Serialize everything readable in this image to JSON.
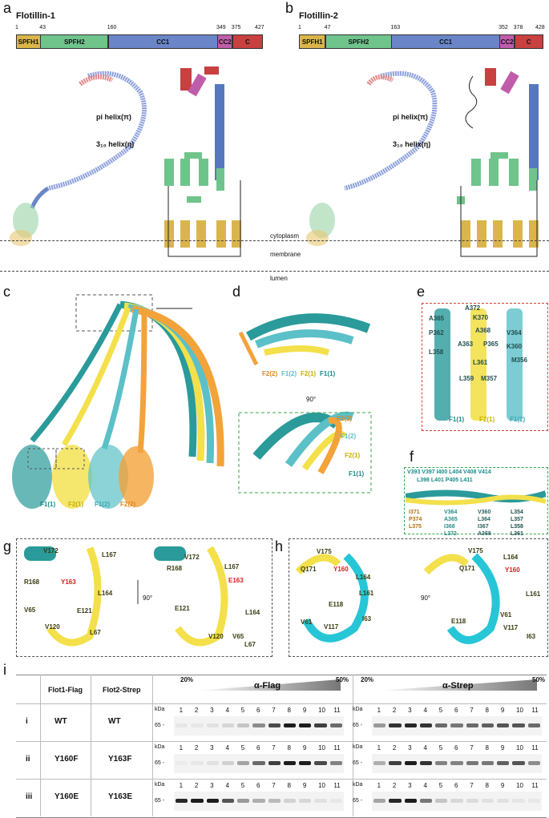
{
  "panels": {
    "a": {
      "letter": "a",
      "title": "Flotillin-1",
      "domains": [
        {
          "name": "SPFH1",
          "color": "#d9b54c",
          "start": "1"
        },
        {
          "name": "SPFH2",
          "color": "#6fc48c",
          "start": "43"
        },
        {
          "name": "CC1",
          "color": "#6a86c8",
          "start": "160"
        },
        {
          "name": "CC2",
          "color": "#c05dab",
          "start": "349"
        },
        {
          "name": "C",
          "color": "#c84040",
          "start": "375"
        }
      ],
      "end": "427",
      "pi_label": "pi helix(π)",
      "helix310_label": "3₁₀ helix(η)"
    },
    "b": {
      "letter": "b",
      "title": "Flotillin-2",
      "domains": [
        {
          "name": "SPFH1",
          "color": "#d9b54c",
          "start": "1"
        },
        {
          "name": "SPFH2",
          "color": "#6fc48c",
          "start": "47"
        },
        {
          "name": "CC1",
          "color": "#6a86c8",
          "start": "163"
        },
        {
          "name": "CC2",
          "color": "#c05dab",
          "start": "352"
        },
        {
          "name": "C",
          "color": "#c84040",
          "start": "378"
        }
      ],
      "end": "428",
      "pi_label": "pi helix(π)",
      "helix310_label": "3₁₀ helix(η)"
    },
    "topology_labels": {
      "cytoplasm": "cytoplasm",
      "membrane": "membrane",
      "lumen": "lumen",
      "c_term": "C"
    },
    "c": {
      "letter": "c",
      "labels": [
        "F1(1)",
        "F2(1)",
        "F1(2)",
        "F2(2)"
      ]
    },
    "d": {
      "letter": "d",
      "labels_top": [
        "F2(2)",
        "F1(2)",
        "F2(1)",
        "F1(1)"
      ],
      "rotate": "90°",
      "labels_side": [
        "F2(2)",
        "F1(2)",
        "F2(1)",
        "F1(1)"
      ]
    },
    "e": {
      "letter": "e",
      "residues": [
        "A365",
        "A372",
        "K370",
        "P362",
        "A368",
        "V364",
        "A363",
        "P365",
        "K360",
        "L358",
        "M356",
        "L361",
        "L359",
        "M357"
      ],
      "chains": [
        "F1(1)",
        "F2(1)",
        "F1(2)"
      ]
    },
    "f": {
      "letter": "f",
      "top_row1": "V393 V397 I400  L404 V408 V414",
      "top_row2": "L398 L401 P405 L411",
      "cols": [
        [
          "I371",
          "P374",
          "L375"
        ],
        [
          "V364",
          "A365",
          "I368",
          "L372"
        ],
        [
          "V360",
          "L364",
          "I367",
          "A368"
        ],
        [
          "L354",
          "L357",
          "L358",
          "L361"
        ]
      ]
    },
    "g": {
      "letter": "g",
      "rotate": "90°",
      "left": [
        "V172",
        "L167",
        "R168",
        "Y163",
        "L164",
        "V65",
        "E121",
        "V120",
        "L67"
      ],
      "right": [
        "V172",
        "R168",
        "L167",
        "E163",
        "E121",
        "L164",
        "V120",
        "V65",
        "L67"
      ]
    },
    "h": {
      "letter": "h",
      "rotate": "90°",
      "left": [
        "V175",
        "Q171",
        "Y160",
        "L164",
        "L161",
        "E118",
        "V61",
        "I63",
        "V117"
      ],
      "right": [
        "V175",
        "L164",
        "Q171",
        "Y160",
        "E118",
        "L161",
        "V61",
        "V117",
        "I63"
      ]
    }
  },
  "blot": {
    "letter": "i",
    "headers": [
      "Flot1-Flag",
      "Flot2-Strep"
    ],
    "rows": [
      {
        "id": "i",
        "flot1": "WT",
        "flot2": "WT"
      },
      {
        "id": "ii",
        "flot1": "Y160F",
        "flot2": "Y163F"
      },
      {
        "id": "iii",
        "flot1": "Y160E",
        "flot2": "Y163E"
      }
    ],
    "gradient_start": "20%",
    "gradient_end": "50%",
    "flag_label": "α-Flag",
    "strep_label": "α-Strep",
    "lanes": [
      "1",
      "2",
      "3",
      "4",
      "5",
      "6",
      "7",
      "8",
      "9",
      "10",
      "11"
    ],
    "kda": "kDa",
    "marker": "65",
    "flag_intensity": [
      [
        0.05,
        0.05,
        0.08,
        0.12,
        0.2,
        0.45,
        0.75,
        0.95,
        0.95,
        0.8,
        0.6
      ],
      [
        0.03,
        0.05,
        0.08,
        0.15,
        0.35,
        0.6,
        0.8,
        0.95,
        0.95,
        0.75,
        0.5
      ],
      [
        0.9,
        0.95,
        0.95,
        0.7,
        0.4,
        0.3,
        0.25,
        0.15,
        0.12,
        0.08,
        0.05
      ]
    ],
    "strep_intensity": [
      [
        0.4,
        0.85,
        0.9,
        0.85,
        0.6,
        0.55,
        0.6,
        0.65,
        0.7,
        0.7,
        0.6
      ],
      [
        0.3,
        0.8,
        0.95,
        0.85,
        0.5,
        0.5,
        0.55,
        0.55,
        0.65,
        0.7,
        0.45
      ],
      [
        0.35,
        0.9,
        0.95,
        0.55,
        0.2,
        0.12,
        0.1,
        0.08,
        0.08,
        0.06,
        0.05
      ]
    ]
  }
}
